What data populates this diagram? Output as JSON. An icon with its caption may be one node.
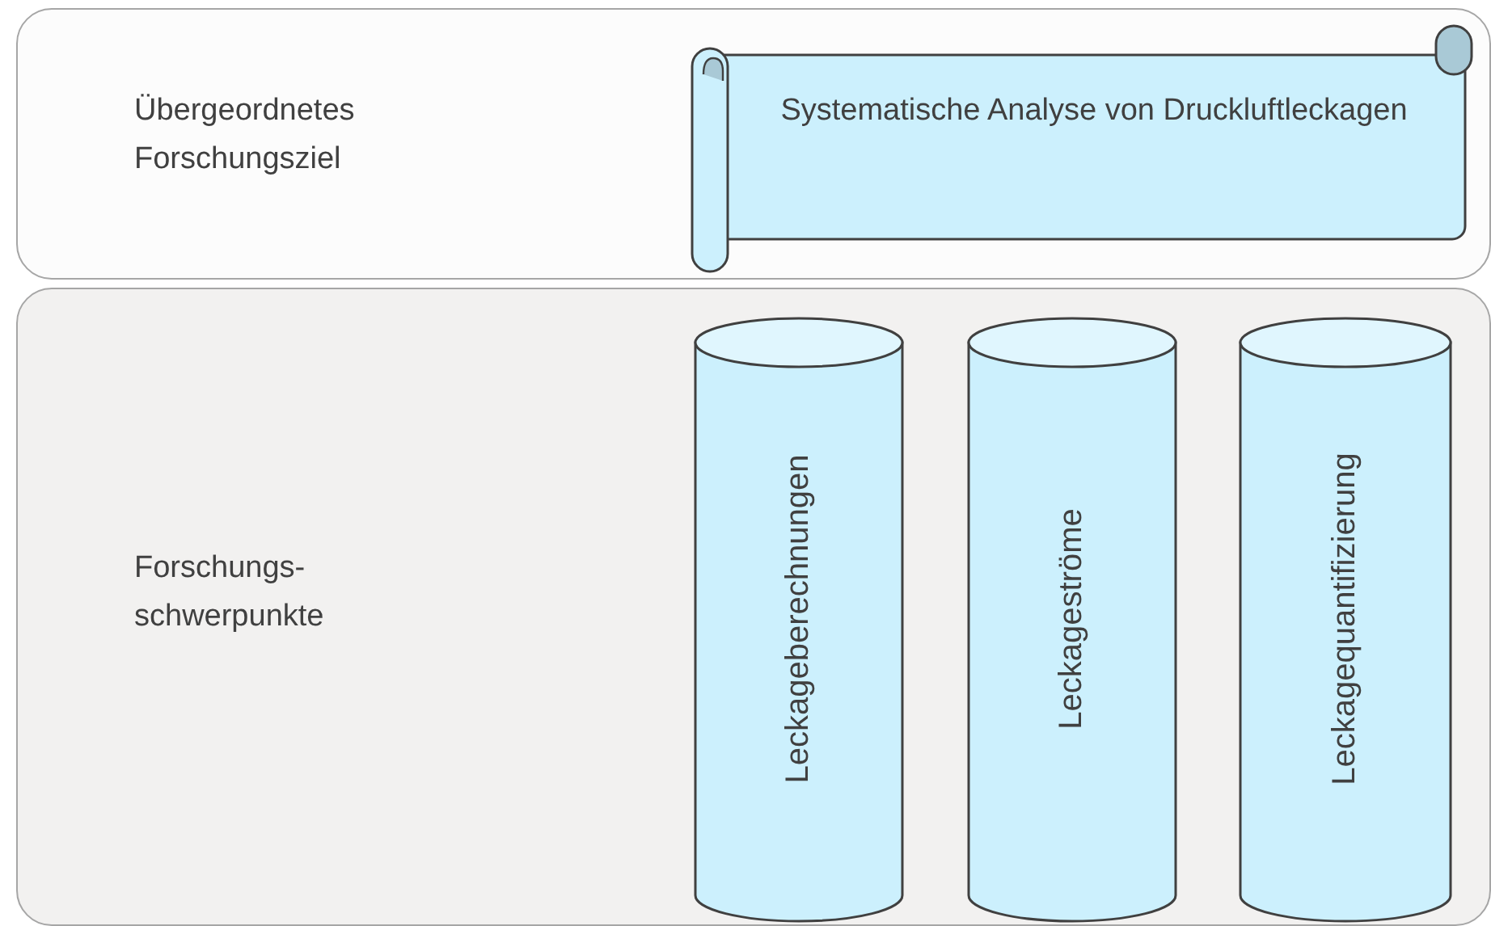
{
  "diagram": {
    "nodes": [
      {
        "text": [
          "Übergeordnetes Forschungsziel"
        ]
      },
      {
        "text": [
          "Systematische Analyse von Druckluftleckagen"
        ],
        "in": 0
      },
      {
        "text": [
          "Forschungs- schwerpunkte"
        ]
      },
      {
        "text": [
          "Leckageberechnungen"
        ],
        "in": 2
      },
      {
        "text": [
          "Leckageströme"
        ],
        "in": 2
      },
      {
        "text": [
          "Leckagequantifizierung"
        ],
        "in": 2
      }
    ]
  }
}
